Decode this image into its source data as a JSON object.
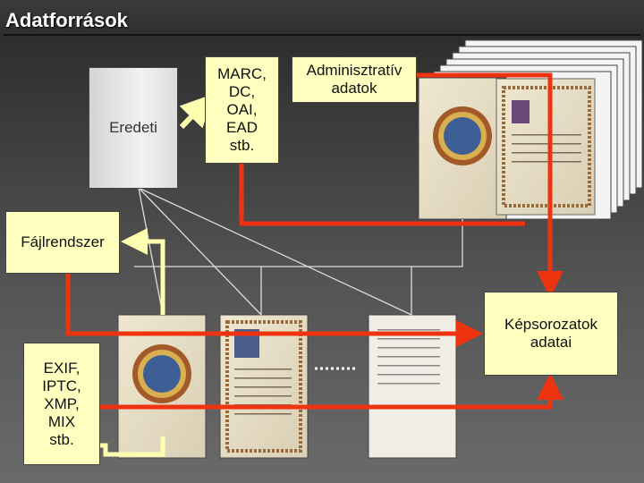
{
  "title": "Adatforrások",
  "boxes": {
    "original": "Eredeti",
    "metadata_formats": "MARC,\nDC,\nOAI,\nEAD\nstb.",
    "admin_data": "Adminisztratív\nadatok",
    "filesystem": "Fájlrendszer",
    "image_series": "Képsorozatok\nadatai",
    "technical_formats": "EXIF,\nIPTC,\nXMP,\nMIX\nstb."
  },
  "colors": {
    "flow": "#ee3311",
    "link": "#ffffb0",
    "connector": "#dddddd"
  }
}
